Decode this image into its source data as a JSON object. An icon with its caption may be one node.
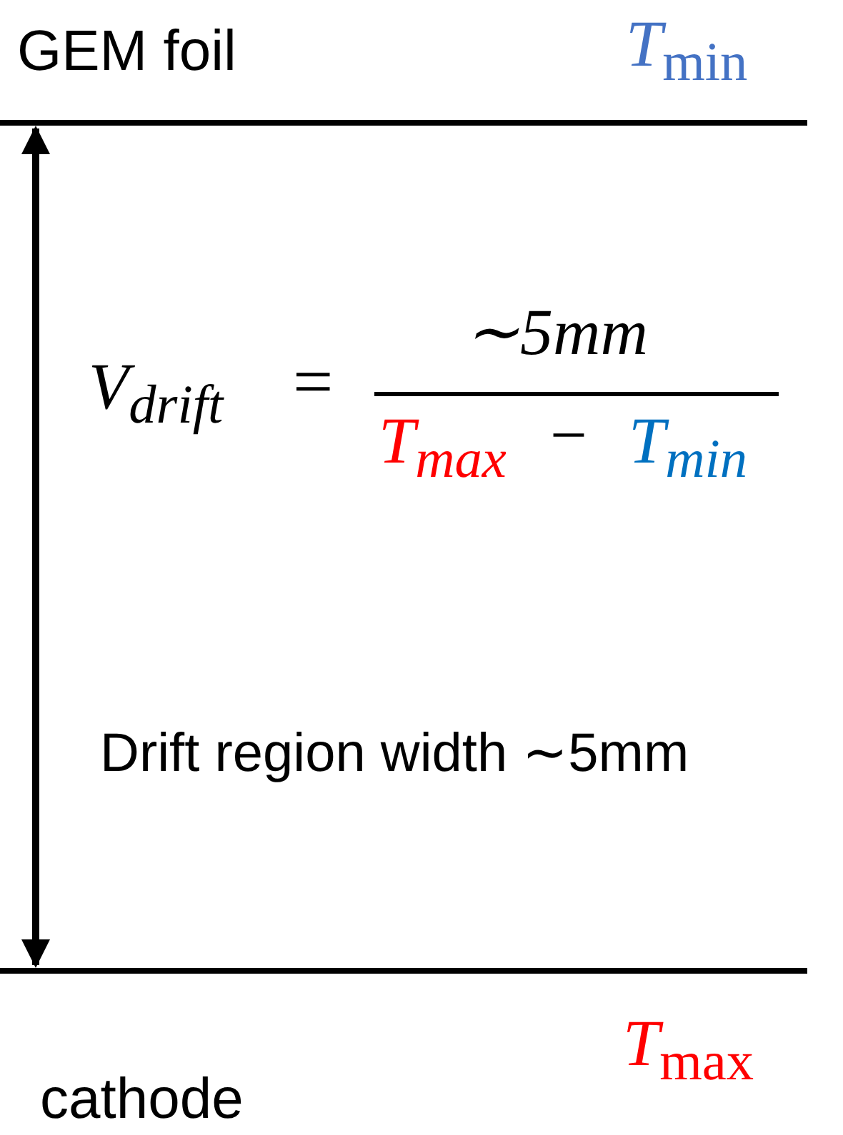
{
  "diagram": {
    "labels": [
      "GEM foil",
      "*T*$_{min}$",
      "V$_{drift}$",
      "=",
      "∼5mm",
      "T$_{max}$",
      "−",
      "T$_{min}$",
      "Drift region width ∼5mm",
      "*T*$_{max}$",
      "cathode"
    ]
  }
}
